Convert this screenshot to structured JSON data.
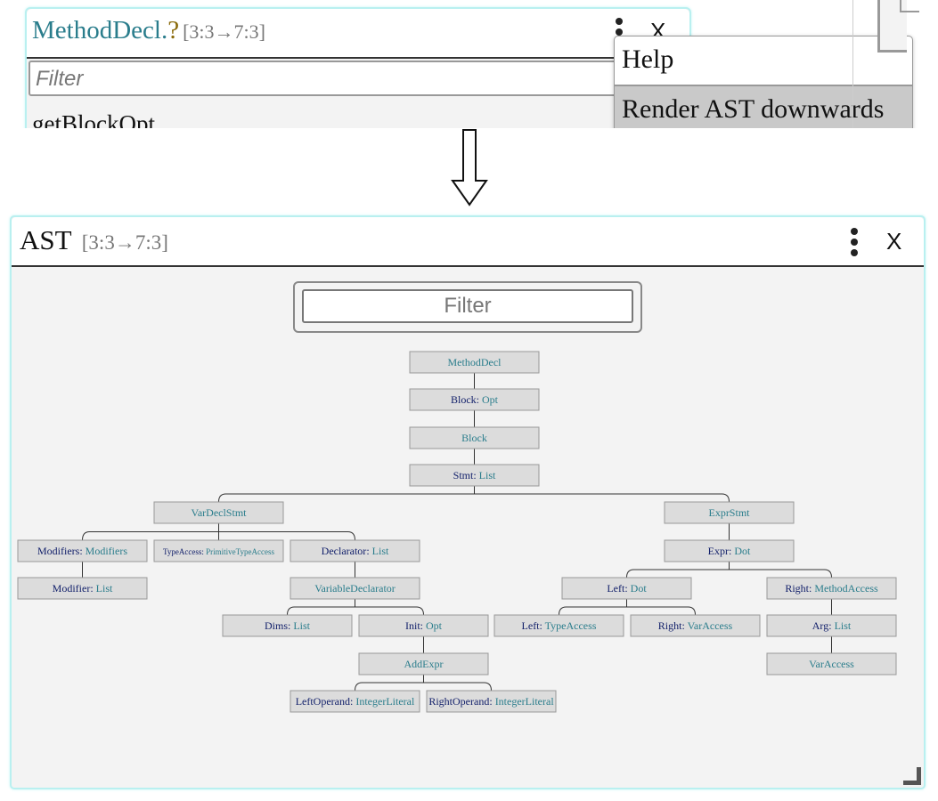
{
  "top_window": {
    "title_type": "MethodDecl",
    "title_dot": ".",
    "title_q": "?",
    "range": "[3:3→7:3]",
    "filter_placeholder": "Filter",
    "first_item": "getBlockOpt",
    "close_label": "X"
  },
  "menu": {
    "items": [
      "Help",
      "Render AST downwards"
    ]
  },
  "ast_window": {
    "title": "AST",
    "range": "[3:3→7:3]",
    "close_label": "X",
    "filter_placeholder": "Filter"
  },
  "ast_nodes": [
    {
      "label": "",
      "type": "MethodDecl"
    },
    {
      "label": "Block",
      "type": "Opt"
    },
    {
      "label": "",
      "type": "Block"
    },
    {
      "label": "Stmt",
      "type": "List"
    },
    {
      "label": "",
      "type": "VarDeclStmt"
    },
    {
      "label": "",
      "type": "ExprStmt"
    },
    {
      "label": "Modifiers",
      "type": "Modifiers"
    },
    {
      "label": "TypeAccess",
      "type": "PrimitiveTypeAccess"
    },
    {
      "label": "Declarator",
      "type": "List"
    },
    {
      "label": "Expr",
      "type": "Dot"
    },
    {
      "label": "Modifier",
      "type": "List"
    },
    {
      "label": "",
      "type": "VariableDeclarator"
    },
    {
      "label": "Left",
      "type": "Dot"
    },
    {
      "label": "Right",
      "type": "MethodAccess"
    },
    {
      "label": "Dims",
      "type": "List"
    },
    {
      "label": "Init",
      "type": "Opt"
    },
    {
      "label": "Left",
      "type": "TypeAccess"
    },
    {
      "label": "Right",
      "type": "VarAccess"
    },
    {
      "label": "Arg",
      "type": "List"
    },
    {
      "label": "",
      "type": "AddExpr"
    },
    {
      "label": "",
      "type": "VarAccess"
    },
    {
      "label": "LeftOperand",
      "type": "IntegerLiteral"
    },
    {
      "label": "RightOperand",
      "type": "IntegerLiteral"
    }
  ],
  "colors": {
    "label": "#13216b",
    "type": "#2a7d8c",
    "window_border": "#b9f0f0",
    "node_fill": "#dcdcdc"
  },
  "icons": [
    "kebab-menu-icon",
    "close-icon",
    "down-arrow-icon",
    "resize-handle-icon"
  ]
}
